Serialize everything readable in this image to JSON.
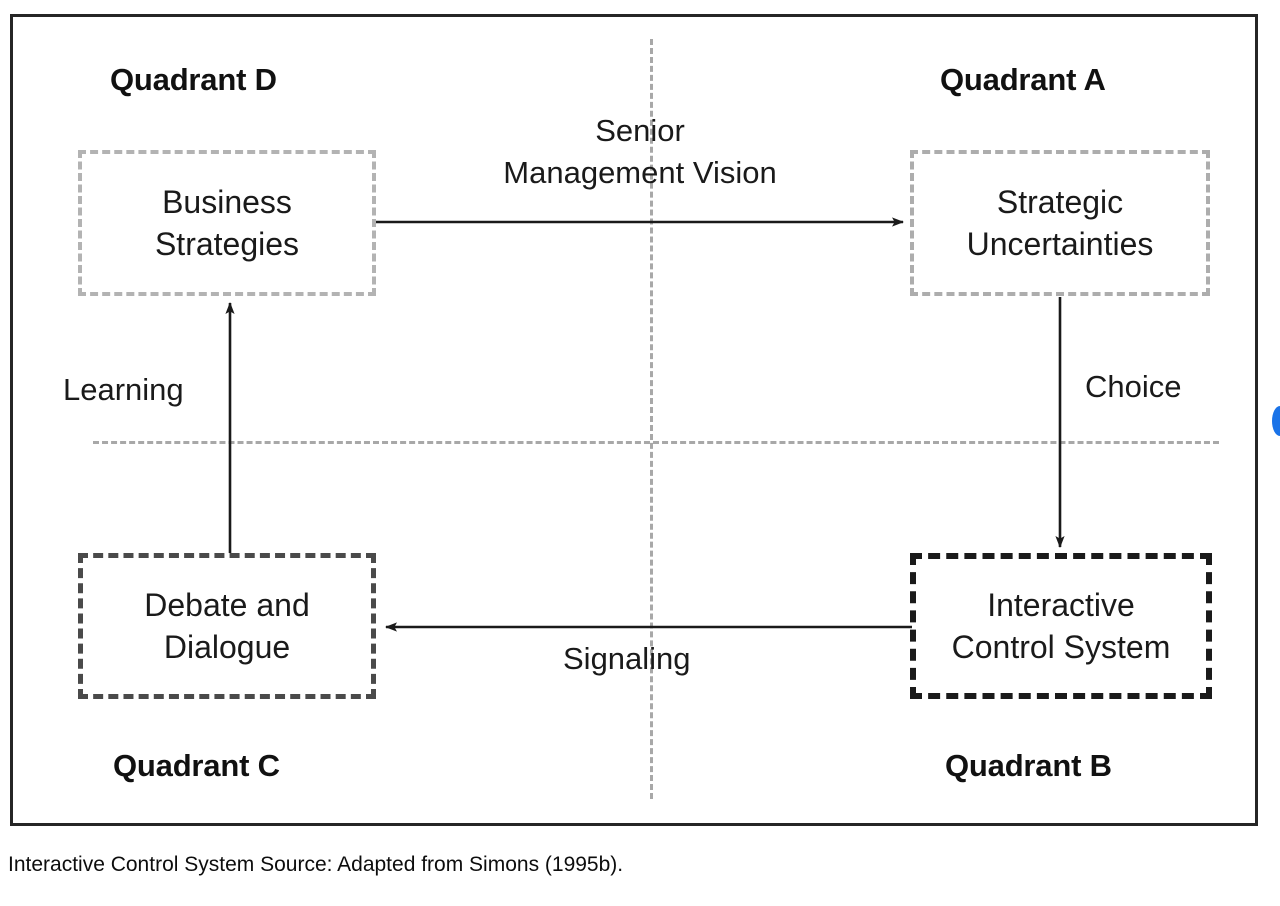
{
  "figure": {
    "caption": "Interactive Control System Source: Adapted from Simons (1995b)."
  },
  "quadrant_labels": {
    "top_left": "Quadrant D",
    "top_right": "Quadrant A",
    "bottom_left": "Quadrant C",
    "bottom_right": "Quadrant B"
  },
  "boxes": {
    "business_strategies": {
      "line1": "Business",
      "line2": "Strategies",
      "border_color": "#b3b3b3"
    },
    "strategic_uncertainties": {
      "line1": "Strategic",
      "line2": "Uncertainties",
      "border_color": "#adadad"
    },
    "debate_and_dialogue": {
      "line1": "Debate and",
      "line2": "Dialogue",
      "border_color": "#4a4a4a"
    },
    "interactive_control_system": {
      "line1": "Interactive",
      "line2": "Control System",
      "border_color": "#1a1a1a"
    }
  },
  "edges": {
    "senior_management_vision": {
      "line1": "Senior",
      "line2": "Management Vision",
      "direction": "left-to-right"
    },
    "choice": {
      "label": "Choice",
      "direction": "top-to-bottom"
    },
    "signaling": {
      "label": "Signaling",
      "direction": "right-to-left"
    },
    "learning": {
      "label": "Learning",
      "direction": "bottom-to-top"
    }
  },
  "colors": {
    "frame": "#262626",
    "divider": "#a8a8a8",
    "arrow": "#1a1a1a",
    "text": "#1a1a1a",
    "indicator": "#1a73e8"
  }
}
